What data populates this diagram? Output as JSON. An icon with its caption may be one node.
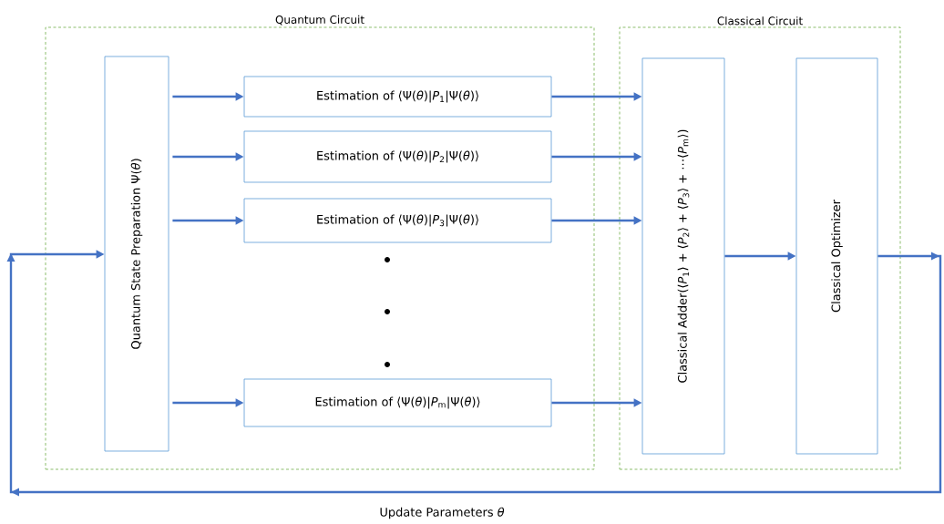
{
  "diagram": {
    "nodes": [
      {
        "text": [
          "Quantum Circuit"
        ]
      },
      {
        "text": [
          "Classical Circuit"
        ]
      },
      {
        "text": [
          "Quantum State Preparation Ψ(*θ*)"
        ],
        "in": 0
      },
      {
        "text": [
          "Estimation of ⟨Ψ(*θ*)|*P*$_{1}$|Ψ(*θ*)⟩"
        ],
        "in": 0
      },
      {
        "text": [
          "Estimation of ⟨Ψ(*θ*)|*P*$_{2}$|Ψ(*θ*)⟩"
        ],
        "in": 0
      },
      {
        "text": [
          "Estimation of ⟨Ψ(*θ*)|*P*$_{3}$|Ψ(*θ*)⟩"
        ],
        "in": 0
      },
      {
        "text": [
          "Estimation of ⟨Ψ(*θ*)|*P*$_{m}$|Ψ(*θ*)⟩"
        ],
        "in": 0
      },
      {
        "text": [
          "Classical Adder(⟨*P*$_{1}$⟩ + ⟨*P*$_{2}$⟩ + ⟨*P*$_{3}$⟩ + ⋯⟨*P*$_{m}$⟩)"
        ],
        "in": 1
      },
      {
        "text": [
          "Classical Optimizer"
        ],
        "in": 1
      }
    ],
    "edges": [
      {
        "from": 2,
        "to": 3,
        "arrow": "to"
      },
      {
        "from": 2,
        "to": 4,
        "arrow": "to"
      },
      {
        "from": 2,
        "to": 5,
        "arrow": "to"
      },
      {
        "from": 2,
        "to": 6,
        "arrow": "to"
      },
      {
        "from": 3,
        "to": 7,
        "arrow": "to"
      },
      {
        "from": 4,
        "to": 7,
        "arrow": "to"
      },
      {
        "from": 5,
        "to": 7,
        "arrow": "to"
      },
      {
        "from": 6,
        "to": 7,
        "arrow": "to"
      },
      {
        "from": 7,
        "to": 8,
        "arrow": "to"
      },
      {
        "from": 8,
        "to": 2,
        "arrow": "to",
        "label": "Update Parameters *θ*"
      }
    ]
  }
}
